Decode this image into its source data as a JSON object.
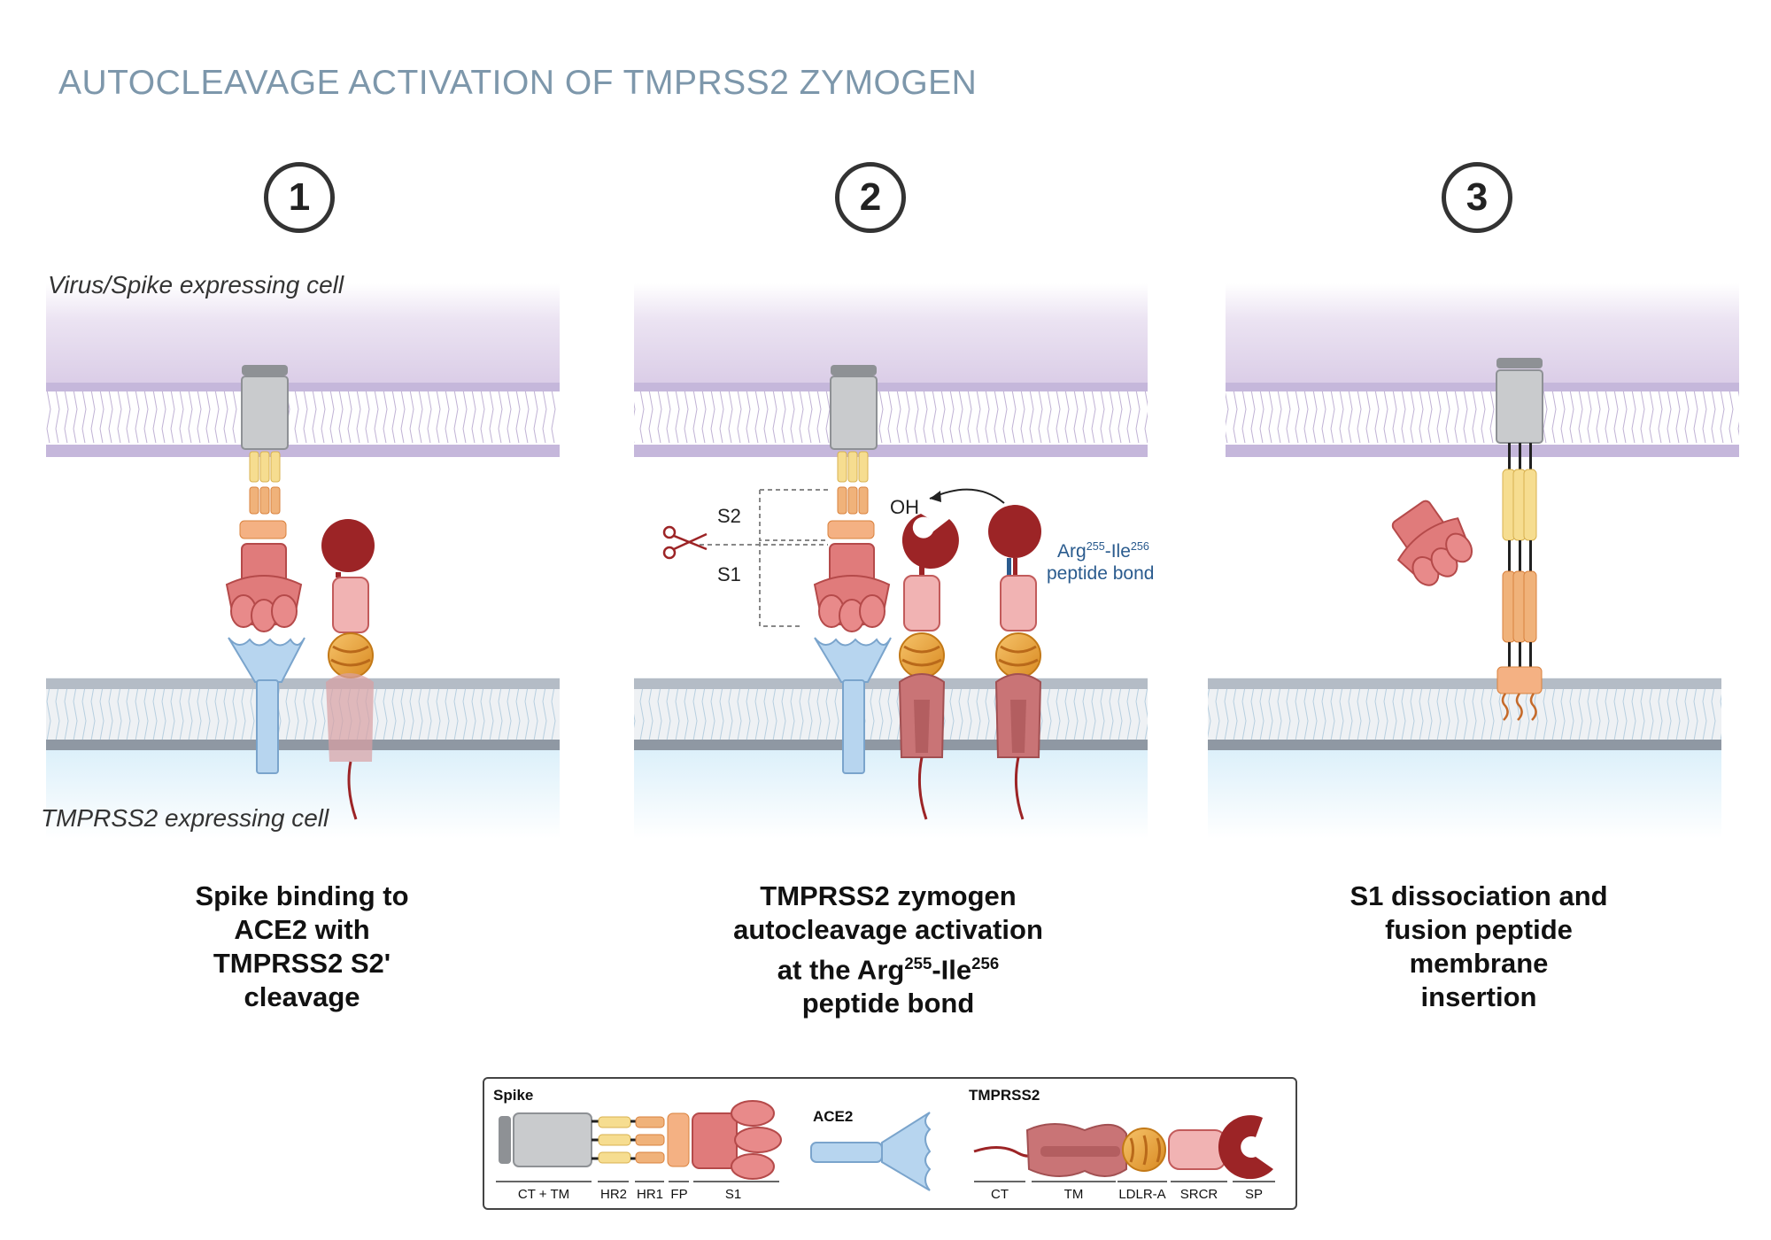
{
  "title": "AUTOCLEAVAGE ACTIVATION OF TMPRSS2 ZYMOGEN",
  "steps": [
    {
      "number": "1",
      "caption_lines": [
        "Spike binding to",
        "ACE2 with",
        "TMPRSS2 S2'",
        "cleavage"
      ]
    },
    {
      "number": "2",
      "caption_lines": [
        "TMPRSS2 zymogen",
        "autocleavage activation"
      ],
      "caption_line3_prefix": "at the Arg",
      "caption_line3_sup1": "255",
      "caption_line3_mid": "-Ile",
      "caption_line3_sup2": "256",
      "caption_line4": "peptide bond"
    },
    {
      "number": "3",
      "caption_lines": [
        "S1 dissociation and",
        "fusion peptide",
        "membrane",
        "insertion"
      ]
    }
  ],
  "cell_labels": {
    "virus": "Virus/Spike expressing cell",
    "host": "TMPRSS2 expressing cell"
  },
  "panel2_labels": {
    "s2": "S2",
    "s1": "S1",
    "oh": "OH",
    "bond_prefix": "Arg",
    "bond_sup1": "255",
    "bond_mid": "-Ile",
    "bond_sup2": "256",
    "bond_line2": "peptide bond"
  },
  "legend": {
    "spike_heading": "Spike",
    "ace2_heading": "ACE2",
    "tmprss2_heading": "TMPRSS2",
    "spike_parts": [
      "CT + TM",
      "HR2",
      "HR1",
      "FP",
      "S1"
    ],
    "tmprss2_parts": [
      "CT",
      "TM",
      "LDLR-A",
      "SRCR",
      "SP"
    ]
  },
  "colors": {
    "title": "#7d97ab",
    "virus_cytoplasm": "#e6dcef",
    "host_cytoplasm": "#e4f3fb",
    "spike_ct_tm": "#c9cbcd",
    "hr2": "#f6dd90",
    "hr1": "#f0b27a",
    "fusion_peptide": "#f4b183",
    "s1": "#e07b7b",
    "ace2": "#b7d5ef",
    "tmprss2_tm": "#c97476",
    "ldlr_a": "#e9a23b",
    "srcr": "#f1b3b3",
    "serine_protease": "#9c2426",
    "bond_label": "#2a5b8e"
  }
}
